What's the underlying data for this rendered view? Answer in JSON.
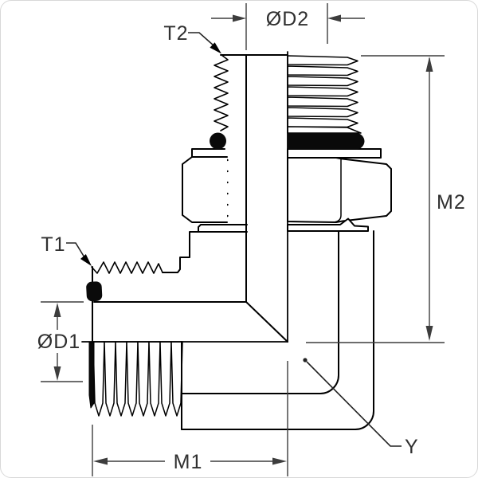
{
  "drawing": {
    "title": "90 degree adjustable elbow fitting - dimensional drawing",
    "labels": {
      "thread_callout_top": "T2",
      "thread_callout_side": "T1",
      "diameter_top_port": "ØD2",
      "diameter_side_port": "ØD1",
      "length_side": "M1",
      "height_top": "M2",
      "corner_callout": "Y"
    },
    "colors": {
      "part_line": "#000000",
      "dimension_line": "#3d3d3d",
      "label_text": "#303030",
      "seal_fill": "#0a0a0a",
      "background": "#ffffff"
    }
  }
}
